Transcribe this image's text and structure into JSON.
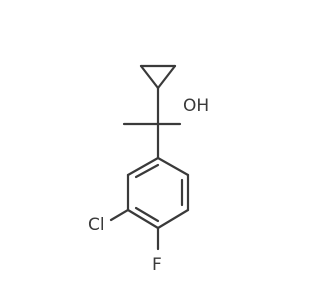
{
  "molecule": {
    "atoms": {
      "hydroxyl": "OH",
      "chlorine": "Cl",
      "fluorine": "F"
    },
    "colors": {
      "bond": "#3a3a3a",
      "label": "#3a3a3a",
      "background": "#ffffff"
    }
  }
}
